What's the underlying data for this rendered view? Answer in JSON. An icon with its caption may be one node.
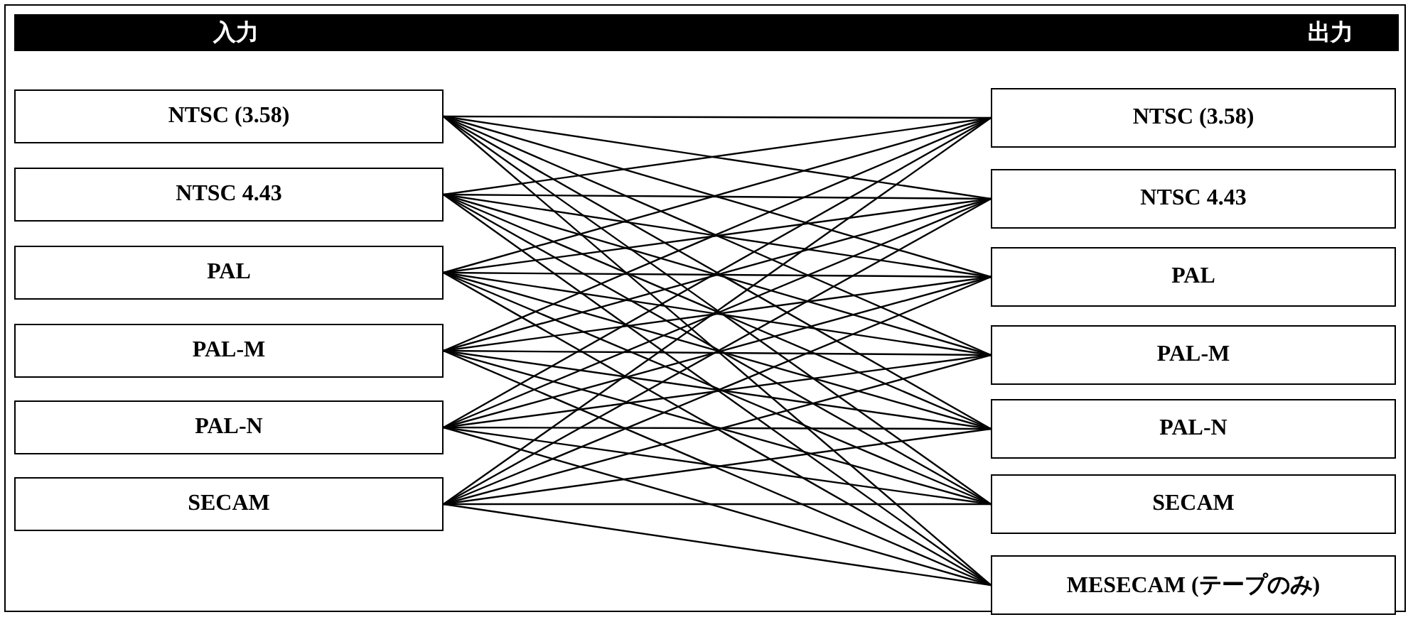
{
  "diagram": {
    "nodes": [
      {
        "text": [
          "NTSC (3.58)"
        ]
      },
      {
        "text": [
          "NTSC 4.43"
        ]
      },
      {
        "text": [
          "PAL"
        ]
      },
      {
        "text": [
          "PAL-M"
        ]
      },
      {
        "text": [
          "PAL-N"
        ]
      },
      {
        "text": [
          "SECAM"
        ]
      },
      {
        "text": [
          "NTSC (3.58)"
        ]
      },
      {
        "text": [
          "NTSC 4.43"
        ]
      },
      {
        "text": [
          "PAL"
        ]
      },
      {
        "text": [
          "PAL-M"
        ]
      },
      {
        "text": [
          "PAL-N"
        ]
      },
      {
        "text": [
          "SECAM"
        ]
      },
      {
        "text": [
          "MESECAM (テープのみ)"
        ]
      }
    ],
    "edges": [
      {
        "from": 0,
        "to": 6,
        "arrow": "none"
      },
      {
        "from": 0,
        "to": 7,
        "arrow": "none"
      },
      {
        "from": 0,
        "to": 8,
        "arrow": "none"
      },
      {
        "from": 0,
        "to": 9,
        "arrow": "none"
      },
      {
        "from": 0,
        "to": 10,
        "arrow": "none"
      },
      {
        "from": 0,
        "to": 11,
        "arrow": "none"
      },
      {
        "from": 0,
        "to": 12,
        "arrow": "none"
      },
      {
        "from": 1,
        "to": 6,
        "arrow": "none"
      },
      {
        "from": 1,
        "to": 7,
        "arrow": "none"
      },
      {
        "from": 1,
        "to": 8,
        "arrow": "none"
      },
      {
        "from": 1,
        "to": 9,
        "arrow": "none"
      },
      {
        "from": 1,
        "to": 10,
        "arrow": "none"
      },
      {
        "from": 1,
        "to": 11,
        "arrow": "none"
      },
      {
        "from": 1,
        "to": 12,
        "arrow": "none"
      },
      {
        "from": 2,
        "to": 6,
        "arrow": "none"
      },
      {
        "from": 2,
        "to": 7,
        "arrow": "none"
      },
      {
        "from": 2,
        "to": 8,
        "arrow": "none"
      },
      {
        "from": 2,
        "to": 9,
        "arrow": "none"
      },
      {
        "from": 2,
        "to": 10,
        "arrow": "none"
      },
      {
        "from": 2,
        "to": 11,
        "arrow": "none"
      },
      {
        "from": 2,
        "to": 12,
        "arrow": "none"
      },
      {
        "from": 3,
        "to": 6,
        "arrow": "none"
      },
      {
        "from": 3,
        "to": 7,
        "arrow": "none"
      },
      {
        "from": 3,
        "to": 8,
        "arrow": "none"
      },
      {
        "from": 3,
        "to": 9,
        "arrow": "none"
      },
      {
        "from": 3,
        "to": 10,
        "arrow": "none"
      },
      {
        "from": 3,
        "to": 11,
        "arrow": "none"
      },
      {
        "from": 3,
        "to": 12,
        "arrow": "none"
      },
      {
        "from": 4,
        "to": 6,
        "arrow": "none"
      },
      {
        "from": 4,
        "to": 7,
        "arrow": "none"
      },
      {
        "from": 4,
        "to": 8,
        "arrow": "none"
      },
      {
        "from": 4,
        "to": 9,
        "arrow": "none"
      },
      {
        "from": 4,
        "to": 10,
        "arrow": "none"
      },
      {
        "from": 4,
        "to": 11,
        "arrow": "none"
      },
      {
        "from": 4,
        "to": 12,
        "arrow": "none"
      },
      {
        "from": 5,
        "to": 6,
        "arrow": "none"
      },
      {
        "from": 5,
        "to": 7,
        "arrow": "none"
      },
      {
        "from": 5,
        "to": 8,
        "arrow": "none"
      },
      {
        "from": 5,
        "to": 9,
        "arrow": "none"
      },
      {
        "from": 5,
        "to": 10,
        "arrow": "none"
      },
      {
        "from": 5,
        "to": 11,
        "arrow": "none"
      },
      {
        "from": 5,
        "to": 12,
        "arrow": "none"
      }
    ],
    "labels": [
      "入力",
      "出力"
    ]
  }
}
